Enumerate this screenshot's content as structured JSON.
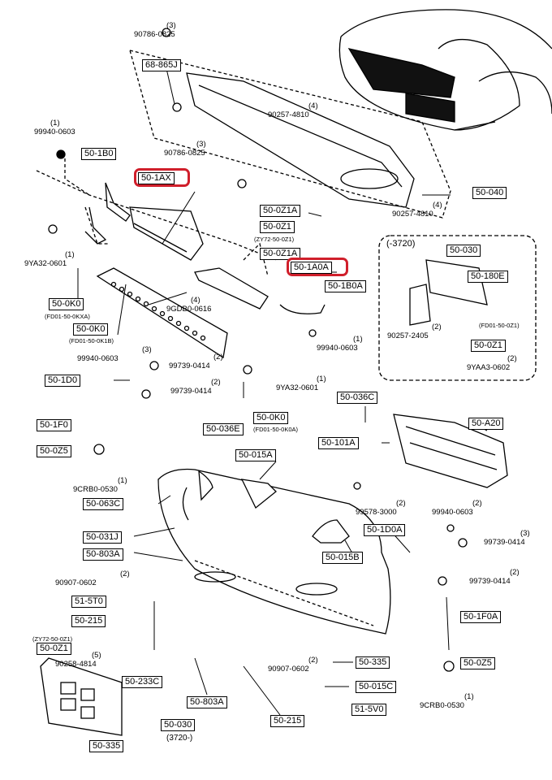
{
  "parts": {
    "p90786_0825_top": {
      "qty": "(3)",
      "code": "90786-0825"
    },
    "p68_865J": "68-865J",
    "p90257_4810_top": {
      "qty": "(4)",
      "code": "90257-4810"
    },
    "p99940_0603_top": {
      "qty": "(1)",
      "code": "99940-0603"
    },
    "p50_1B0": "50-1B0",
    "p90786_0825_mid": {
      "qty": "(3)",
      "code": "90786-0825"
    },
    "p50_1AX": "50-1AX",
    "p50_040": "50-040",
    "p90257_4810_mid": {
      "qty": "(4)",
      "code": "90257-4810"
    },
    "p50_0Z1A_1": "50-0Z1A",
    "p50_0Z1": {
      "code": "50-0Z1",
      "note": "(ZY72-50-0Z1)"
    },
    "p50_0Z1A_2": "50-0Z1A",
    "p50_1A0A": "50-1A0A",
    "p50_1B0A": "50-1B0A",
    "p9YA32_0601_left": {
      "qty": "(1)",
      "code": "9YA32-0601"
    },
    "p50_0K0_1": {
      "code": "50-0K0",
      "note": "(FD01-50-0KXA)"
    },
    "p50_0K0_2": {
      "code": "50-0K0",
      "note": "(FD01-50-0K1B)"
    },
    "p9GDB0_0616": {
      "qty": "(4)",
      "code": "9GDB0-0616"
    },
    "p99940_0603_mid": {
      "qty": "(3)",
      "code": "99940-0603"
    },
    "p99739_0414_a": {
      "qty": "(2)",
      "code": "99739-0414"
    },
    "p99940_0603_right": {
      "qty": "(1)",
      "code": "99940-0603"
    },
    "p50_1D0": "50-1D0",
    "p99739_0414_b": {
      "qty": "(2)",
      "code": "99739-0414"
    },
    "p9YA32_0601_mid": {
      "qty": "(1)",
      "code": "9YA32-0601"
    },
    "p50_0K0_3": {
      "code": "50-0K0",
      "note": "(FD01-50-0K0A)"
    },
    "p50_1F0": "50-1F0",
    "p50_036E": "50-036E",
    "p50_0Z5_left": "50-0Z5",
    "p9CRB0_0530_left": {
      "qty": "(1)",
      "code": "9CRB0-0530"
    },
    "p50_015A": "50-015A",
    "p50_063C": "50-063C",
    "p50_031J": "50-031J",
    "p50_803A_1": "50-803A",
    "p90907_0602_left": {
      "qty": "(2)",
      "code": "90907-0602"
    },
    "p51_5T0": "51-5T0",
    "p50_215_1": "50-215",
    "p50_0Z1_bot": {
      "note": "(ZY72-50-0Z1)",
      "code": "50-0Z1"
    },
    "p90258_4814": {
      "qty": "(5)",
      "code": "90258-4814"
    },
    "p50_233C": "50-233C",
    "p50_803A_2": "50-803A",
    "p50_030_bot": {
      "code": "50-030",
      "note": "(3720-)"
    },
    "p50_335_left": "50-335",
    "p50_215_2": "50-215",
    "p51_5V0": "51-5V0",
    "p90907_0602_bot": {
      "qty": "(2)",
      "code": "90907-0602"
    },
    "p50_335_right": "50-335",
    "p50_015C": "50-015C",
    "p50_015B": "50-015B",
    "p99578_3000": {
      "qty": "(2)",
      "code": "99578-3000"
    },
    "p50_036C": "50-036C",
    "p50_101A": "50-101A",
    "p50_A20": "50-A20",
    "p99940_0603_br": {
      "qty": "(2)",
      "code": "99940-0603"
    },
    "p50_1D0A": "50-1D0A",
    "p99739_0414_c": {
      "qty": "(3)",
      "code": "99739-0414"
    },
    "p99739_0414_d": {
      "qty": "(2)",
      "code": "99739-0414"
    },
    "p50_1F0A": "50-1F0A",
    "p50_0Z5_right": "50-0Z5",
    "p9CRB0_0530_right": {
      "qty": "(1)",
      "code": "9CRB0-0530"
    }
  },
  "inset": {
    "title": "(-3720)",
    "p50_030": "50-030",
    "p50_180E": "50-180E",
    "p90257_2405": {
      "qty": "(2)",
      "code": "90257-2405"
    },
    "p50_0Z1": {
      "note": "(FD01-50-0Z1)",
      "code": "50-0Z1"
    },
    "p9YAA3_0602": {
      "qty": "(2)",
      "code": "9YAA3-0602"
    }
  },
  "highlight_color": "#d01f2b",
  "highlighted_parts": [
    "50-1AX",
    "50-1A0A"
  ]
}
